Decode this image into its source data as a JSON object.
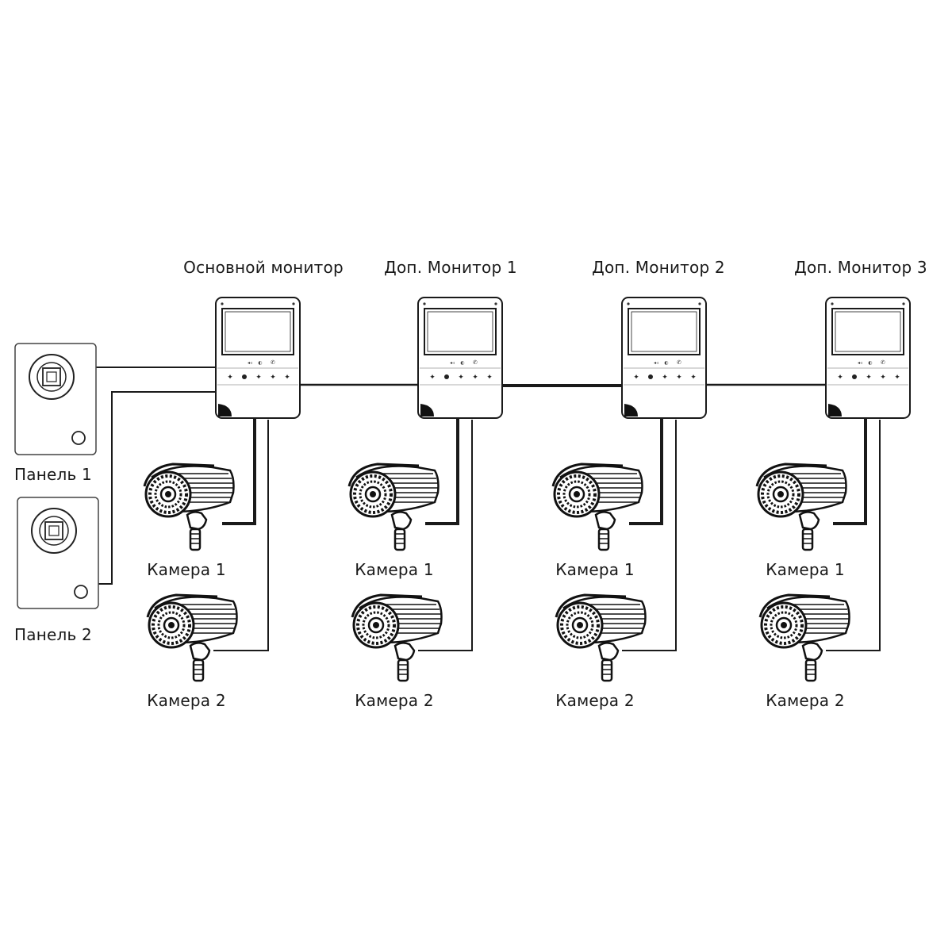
{
  "diagram": {
    "monitors": [
      {
        "title": "Основной монитор",
        "camera1": "Камера 1",
        "camera2": "Камера 2"
      },
      {
        "title": "Доп. Монитор 1",
        "camera1": "Камера 1",
        "camera2": "Камера 2"
      },
      {
        "title": "Доп. Монитор 2",
        "camera1": "Камера 1",
        "camera2": "Камера 2"
      },
      {
        "title": "Доп. Монитор 3",
        "camera1": "Камера 1",
        "camera2": "Камера 2"
      }
    ],
    "panels": [
      {
        "label": "Панель 1"
      },
      {
        "label": "Панель 2"
      }
    ],
    "colors": {
      "line": "#1a1a1a",
      "wire": "#111111",
      "background": "#ffffff"
    }
  }
}
